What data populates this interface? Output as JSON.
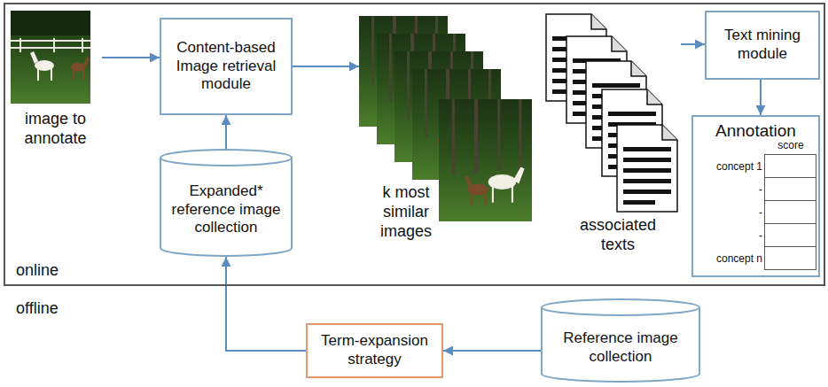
{
  "diagram": {
    "nodes": [
      {
        "text": [
          "online"
        ]
      },
      {
        "text": [
          "image to annotate"
        ],
        "in": 0
      },
      {
        "text": [
          "Content-based Image retrieval module"
        ],
        "in": 0
      },
      {
        "text": [
          "k most similar images"
        ],
        "in": 0
      },
      {
        "text": [
          "associated texts"
        ],
        "in": 0
      },
      {
        "text": [
          "Text mining module"
        ],
        "in": 0
      },
      {
        "text": [
          "Annotation",
          "score",
          "concept 1",
          "-",
          "-",
          "-",
          "concept n"
        ],
        "in": 0
      },
      {
        "text": [
          "Expanded* reference image collection"
        ],
        "in": 0
      },
      {
        "text": [
          "Term-expansion strategy"
        ]
      },
      {
        "text": [
          "Reference image collection"
        ]
      }
    ],
    "edges": [
      {
        "from": 1,
        "to": 2,
        "arrow": "to"
      },
      {
        "from": 2,
        "to": 3,
        "arrow": "to"
      },
      {
        "from": 4,
        "to": 5,
        "arrow": "to"
      },
      {
        "from": 5,
        "to": 6,
        "arrow": "to"
      },
      {
        "from": 7,
        "to": 2,
        "arrow": "to"
      },
      {
        "from": 9,
        "to": 8,
        "arrow": "to"
      },
      {
        "from": 8,
        "to": 7,
        "arrow": "to"
      }
    ],
    "labels": [
      "offline"
    ]
  }
}
